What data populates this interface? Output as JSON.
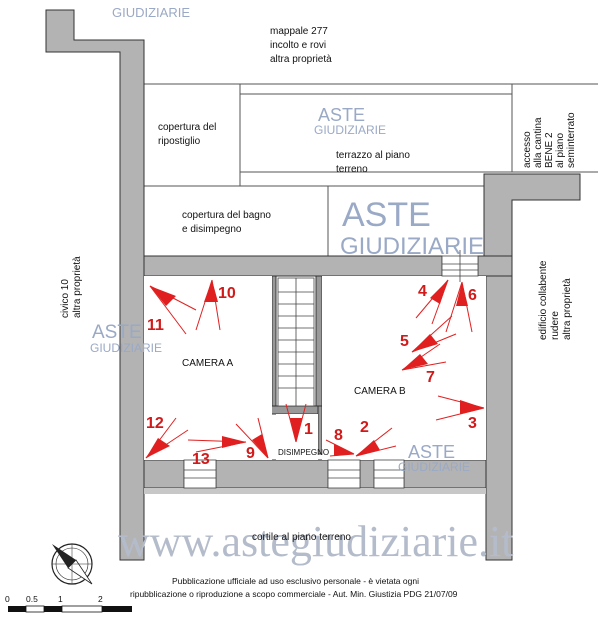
{
  "labels": {
    "mappale": [
      "mappale 277",
      "incolto e rovi",
      "altra proprietà"
    ],
    "copertura_ripostiglio": [
      "copertura del",
      "ripostiglio"
    ],
    "terrazzo": [
      "terrazzo al piano",
      "terreno"
    ],
    "copertura_bagno": [
      "copertura del bagno",
      "e disimpegno"
    ],
    "accesso": [
      "accesso",
      "alla cantina",
      "BENE 2",
      "al piano",
      "seminterrato"
    ],
    "civico": [
      "civico 10",
      "altra proprietà"
    ],
    "edificio": [
      "edificio collabente",
      "rudere",
      "altra proprietà"
    ],
    "camera_a": "CAMERA A",
    "camera_b": "CAMERA B",
    "disimpegno": "DISIMPEGNO",
    "cortile": "cortile al piano terreno"
  },
  "photo_points": [
    "1",
    "2",
    "3",
    "4",
    "5",
    "6",
    "7",
    "8",
    "9",
    "10",
    "11",
    "12",
    "13"
  ],
  "watermark": {
    "brand_top": "ASTE",
    "brand_bottom": "GIUDIZIARIE",
    "url": "www.astegiudiziarie.it"
  },
  "footer": {
    "line1": "Pubblicazione ufficiale ad uso esclusivo personale - è vietata ogni",
    "line2": "ripubblicazione o riproduzione a scopo commerciale - Aut. Min. Giustizia PDG 21/07/09"
  },
  "scale_bar": {
    "ticks": [
      "0",
      "0.5",
      "1",
      "2"
    ]
  },
  "colors": {
    "wall": "#b3b3b3",
    "arrow": "#e02020",
    "watermark": "#9aa9c6"
  }
}
